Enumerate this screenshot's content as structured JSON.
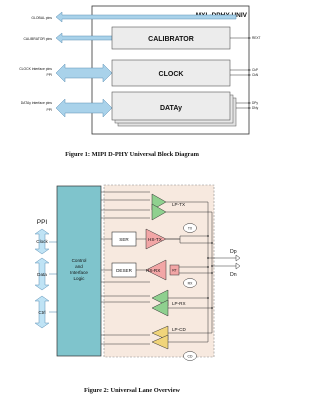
{
  "figure1": {
    "title": "MXL-DPHY-UNIV",
    "left_labels": {
      "global": "GLOBAL pins",
      "calibrator": "CALIBRATOR pins",
      "clock_line1": "CLOCK interface pins",
      "clock_line2": "PPI",
      "data_line1": "DATAy interface pins",
      "data_line2": "PPI"
    },
    "blocks": {
      "calibrator": "CALIBRATOR",
      "clock": "CLOCK",
      "data": "DATAy"
    },
    "right_pins": {
      "rext": "REXT",
      "clkp": "CkP",
      "clkn": "CkN",
      "dp": "DPy",
      "dn": "DNy"
    },
    "caption": "Figure 1: MIPI D-PHY Universal Block Diagram",
    "colors": {
      "block_fill": "#ececec",
      "arrow_fill": "#a9d2ea",
      "arrow_stroke": "#5b8fb5"
    }
  },
  "figure2": {
    "ppi_label": "PPI",
    "ppi_groups": {
      "clock": "Clock",
      "data": "Data",
      "ctrl": "Ctrl"
    },
    "control_logic": {
      "line1": "Control",
      "line2": "and",
      "line3": "Interface",
      "line4": "Logic"
    },
    "blocks": {
      "lp_tx": "LP-TX",
      "ser": "SER",
      "hs_tx": "HS-TX",
      "deser": "DESER",
      "hs_rx": "HS-RX",
      "rt": "RT",
      "lp_rx": "LP-RX",
      "lp_cd": "LP-CD"
    },
    "ovals": {
      "tx": "TX",
      "rx": "RX",
      "cd": "CD"
    },
    "pins": {
      "dp": "Dp",
      "dn": "Dn"
    },
    "caption": "Figure 2: Universal Lane Overview",
    "colors": {
      "control_fill": "#7fc4cc",
      "region_fill": "#f7e9df",
      "lp_fill": "#8fd08f",
      "hs_fill": "#f2a6a6",
      "cd_fill": "#f0d47a",
      "ppi_fill": "#bfe3f5"
    }
  }
}
